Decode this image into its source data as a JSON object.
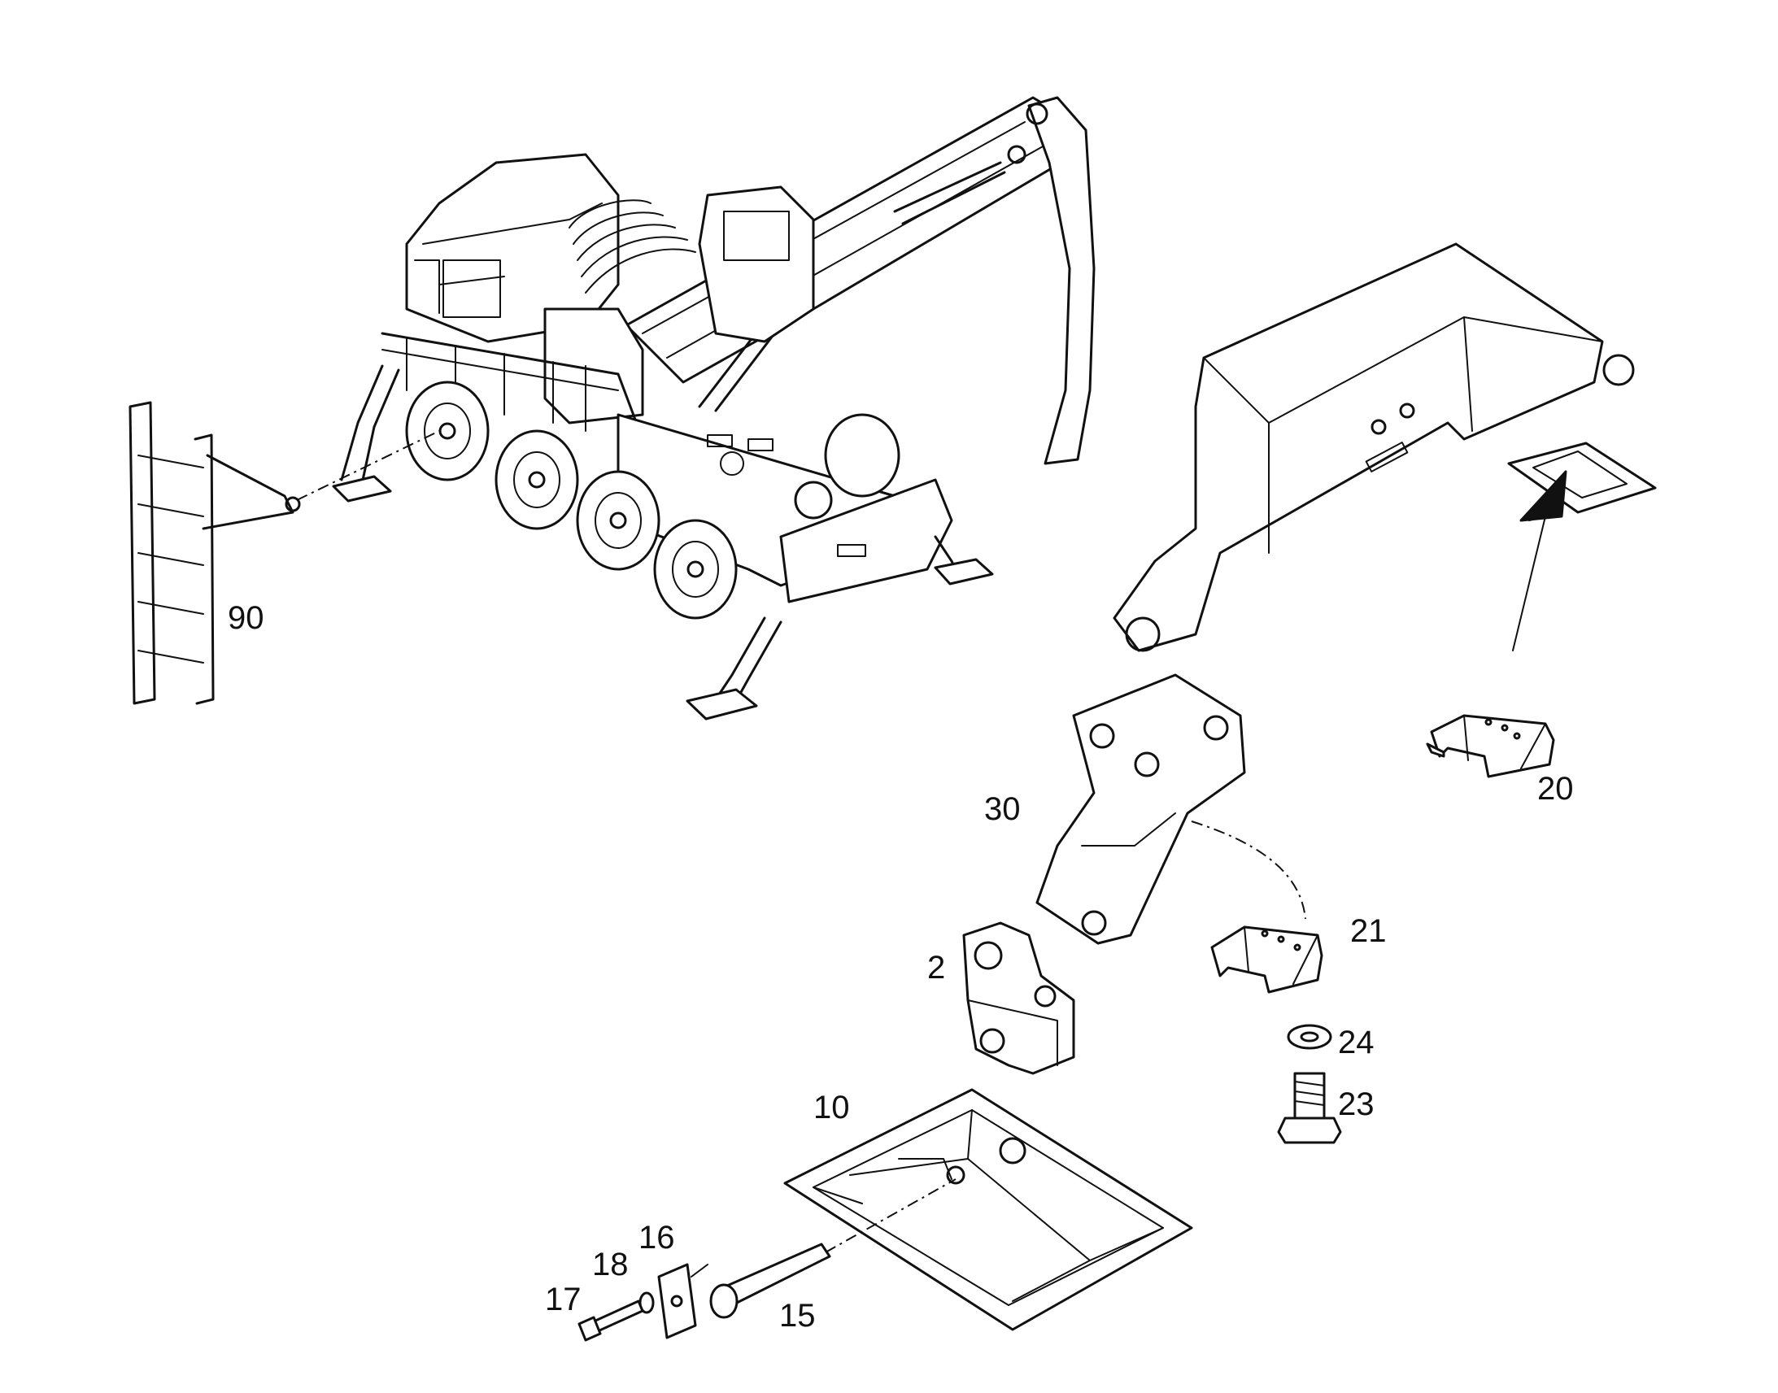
{
  "callouts": {
    "c90": "90",
    "c30": "30",
    "c20": "20",
    "c21": "21",
    "c2": "2",
    "c24": "24",
    "c23": "23",
    "c10": "10",
    "c16": "16",
    "c18": "18",
    "c17": "17",
    "c15": "15"
  }
}
